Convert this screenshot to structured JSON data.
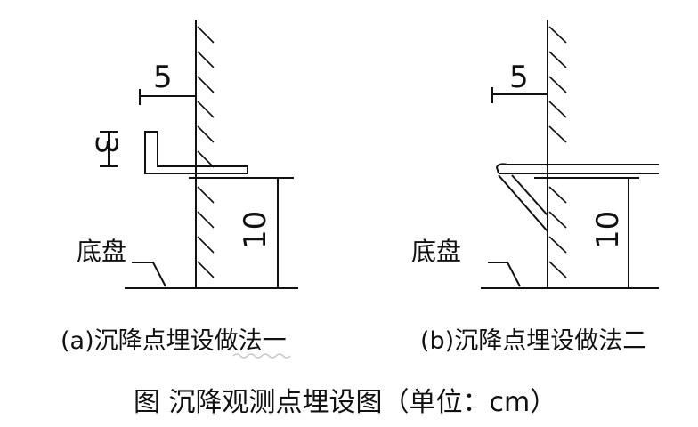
{
  "diagram_a": {
    "dim_horizontal": "5",
    "dim_vertical_small": "3",
    "dim_vertical_large": "10",
    "base_label": "底盘",
    "caption": "(a)沉降点埋设做法一"
  },
  "diagram_b": {
    "dim_horizontal": "5",
    "dim_vertical_large": "10",
    "base_label": "底盘",
    "caption": "(b)沉降点埋设做法二"
  },
  "figure_title": "图 沉降观测点埋设图（单位：cm）",
  "colors": {
    "line": "#111111",
    "squiggle": "#c8c8c8"
  }
}
